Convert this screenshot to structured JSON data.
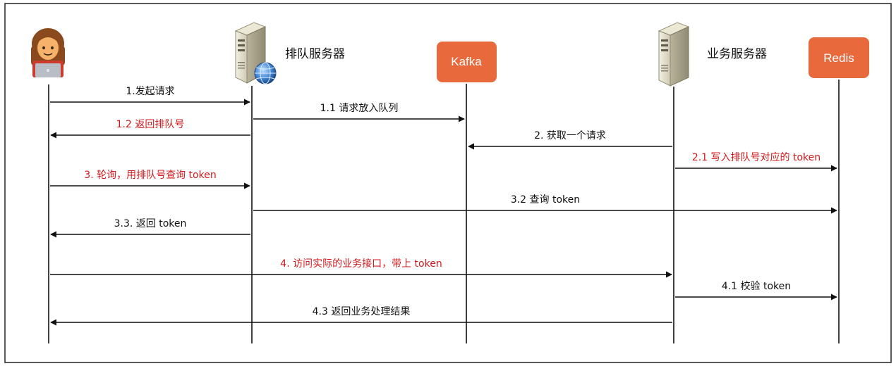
{
  "colors": {
    "line": "#111111",
    "label_default": "#111111",
    "label_highlight": "#d0191c",
    "box_fill": "#e8693b",
    "box_text": "#ffffff",
    "frame": "#222222"
  },
  "actors": [
    {
      "id": "client",
      "icon": "user-laptop-icon",
      "name": ""
    },
    {
      "id": "queue_server",
      "icon": "server-globe-icon",
      "name": "排队服务器"
    },
    {
      "id": "kafka",
      "icon": "",
      "name": "Kafka"
    },
    {
      "id": "biz_server",
      "icon": "server-icon",
      "name": "业务服务器"
    },
    {
      "id": "redis",
      "icon": "",
      "name": "Redis"
    }
  ],
  "messages": [
    {
      "from": "client",
      "to": "queue_server",
      "label": "1.发起请求",
      "highlight": false
    },
    {
      "from": "queue_server",
      "to": "kafka",
      "label": "1.1 请求放入队列",
      "highlight": false
    },
    {
      "from": "queue_server",
      "to": "client",
      "label": "1.2 返回排队号",
      "highlight": true
    },
    {
      "from": "biz_server",
      "to": "kafka",
      "label": "2. 获取一个请求",
      "highlight": false
    },
    {
      "from": "biz_server",
      "to": "redis",
      "label": "2.1 写入排队号对应的 token",
      "highlight": true
    },
    {
      "from": "client",
      "to": "queue_server",
      "label": "3. 轮询，用排队号查询 token",
      "highlight": true
    },
    {
      "from": "queue_server",
      "to": "redis",
      "label": "3.2 查询 token",
      "highlight": false
    },
    {
      "from": "queue_server",
      "to": "client",
      "label": "3.3. 返回 token",
      "highlight": false
    },
    {
      "from": "client",
      "to": "biz_server",
      "label": "4. 访问实际的业务接口，带上 token",
      "highlight": true
    },
    {
      "from": "biz_server",
      "to": "redis",
      "label": "4.1 校验 token",
      "highlight": false
    },
    {
      "from": "biz_server",
      "to": "client",
      "label": "4.3 返回业务处理结果",
      "highlight": false
    }
  ]
}
